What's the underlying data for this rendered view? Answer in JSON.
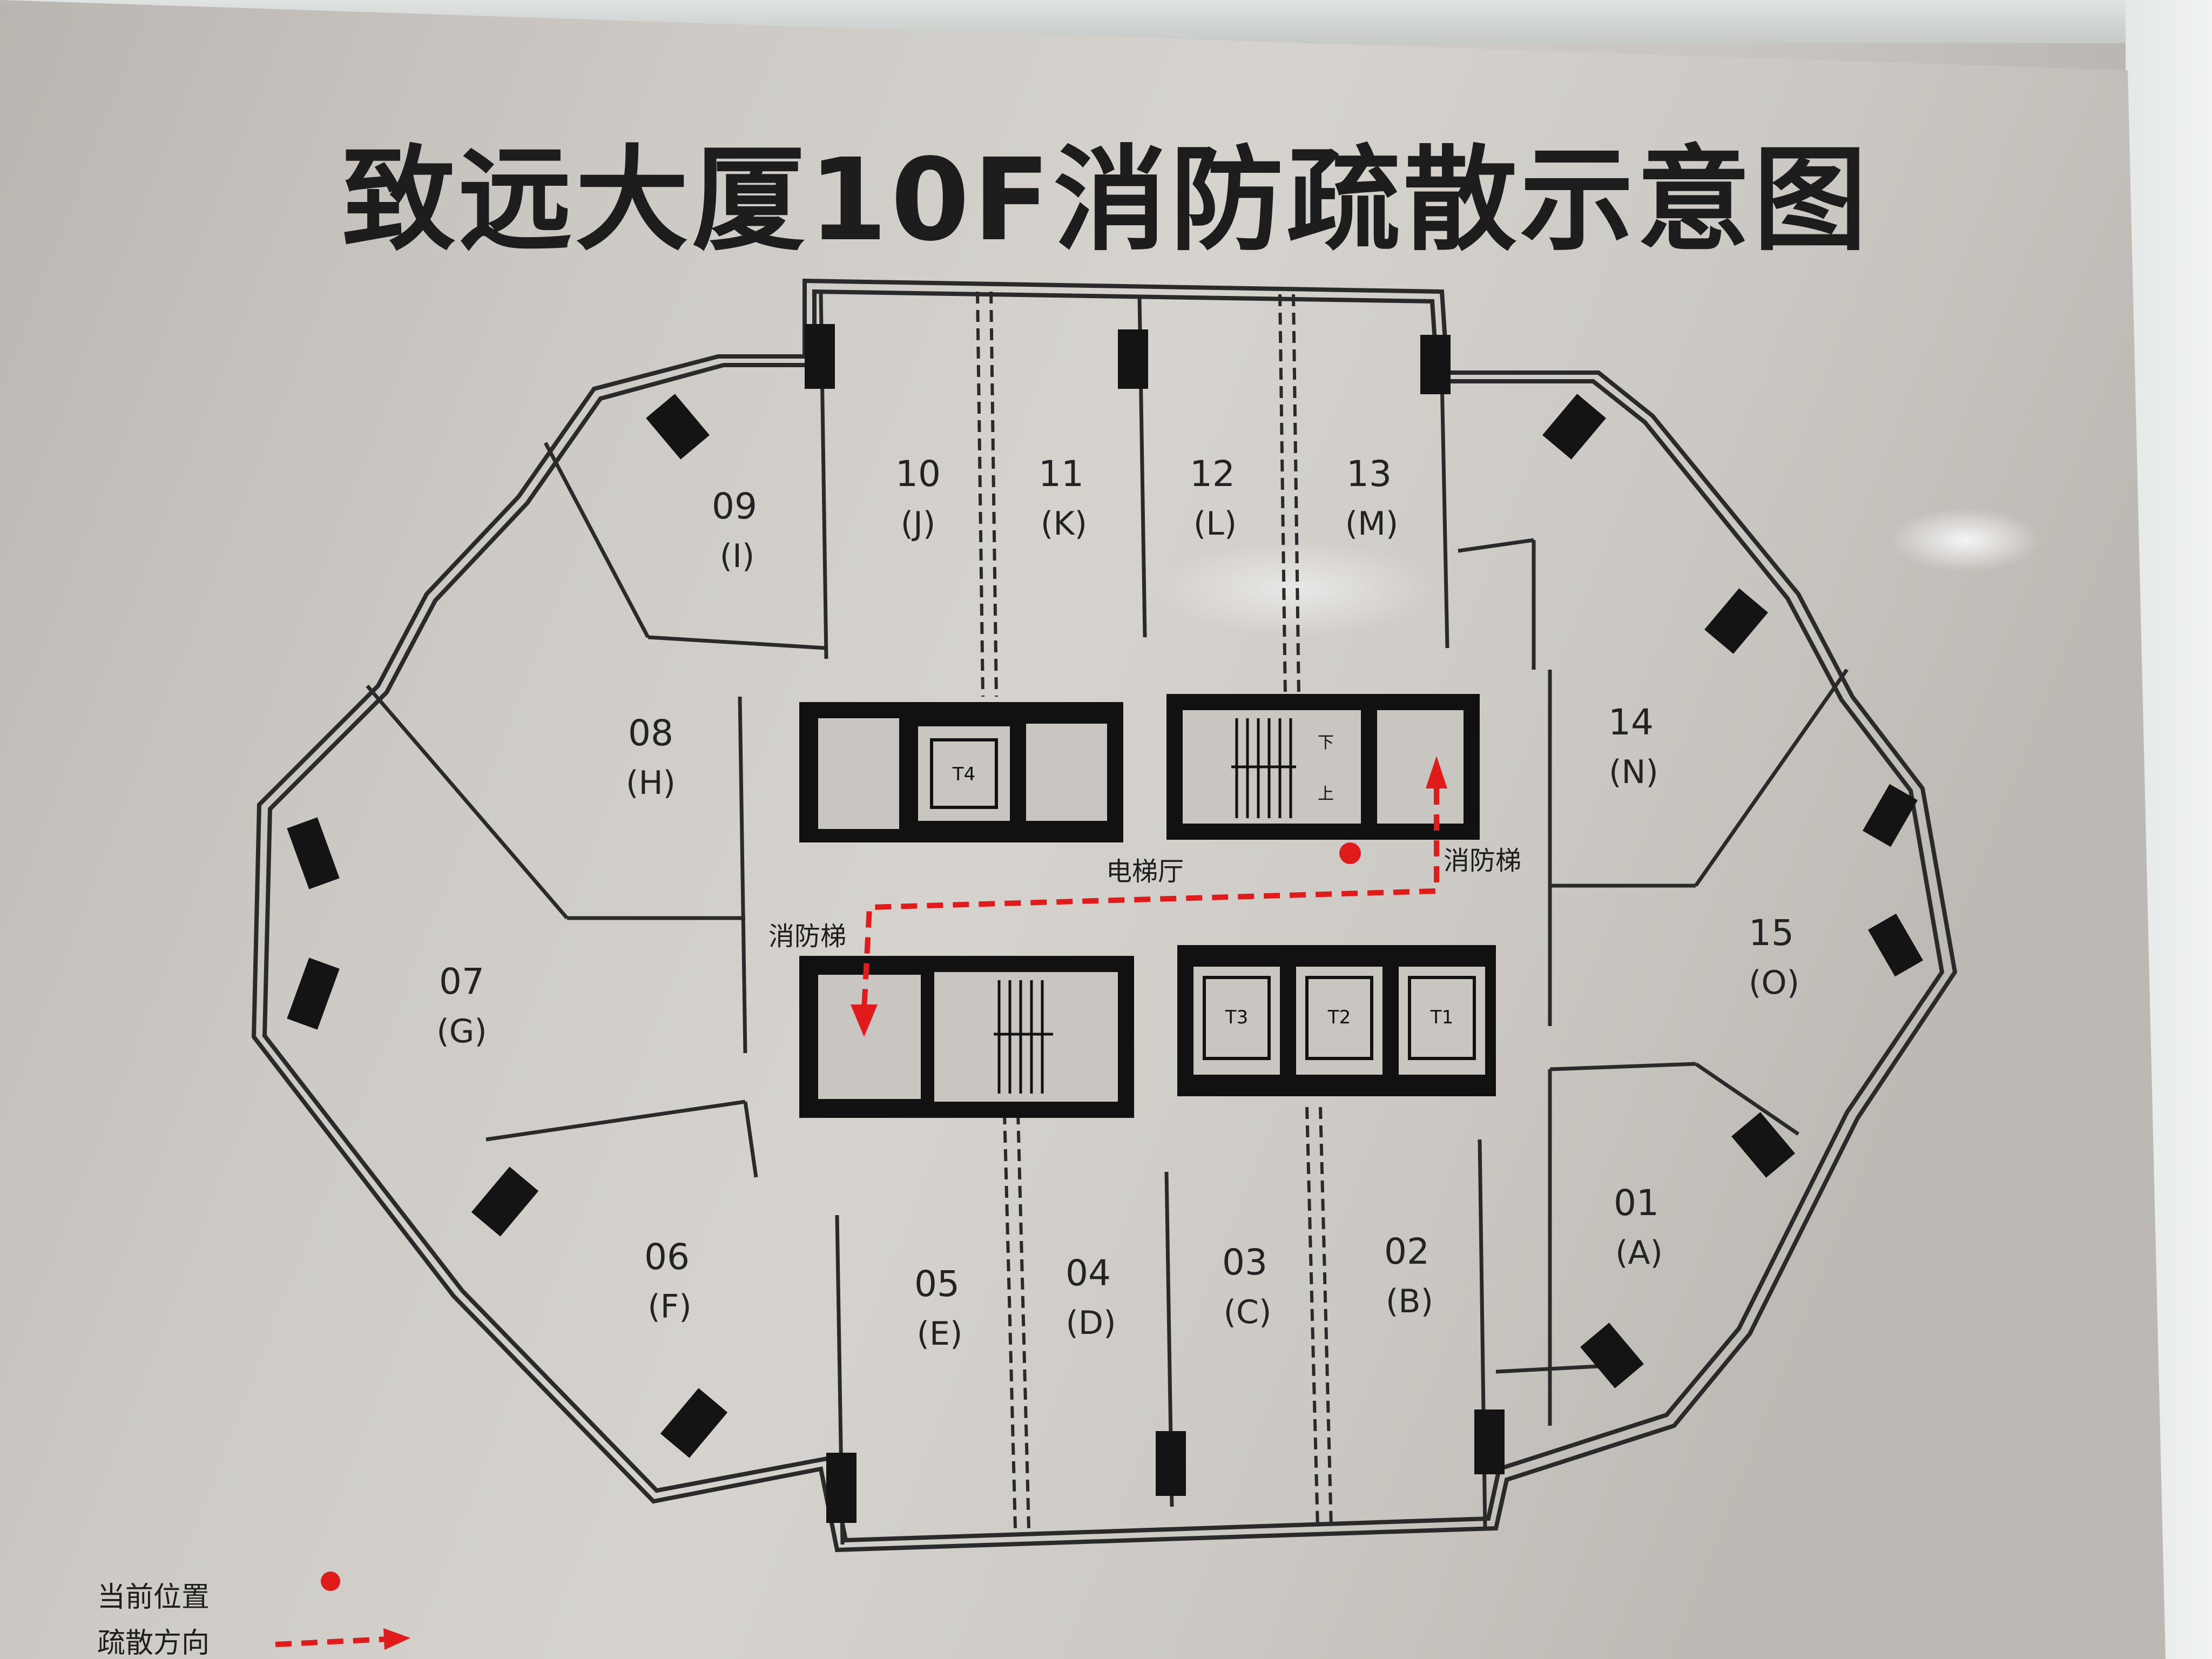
{
  "title": "致远大厦10F消防疏散示意图",
  "rooms": [
    {
      "num": "01",
      "code": "(A)"
    },
    {
      "num": "02",
      "code": "(B)"
    },
    {
      "num": "03",
      "code": "(C)"
    },
    {
      "num": "04",
      "code": "(D)"
    },
    {
      "num": "05",
      "code": "(E)"
    },
    {
      "num": "06",
      "code": "(F)"
    },
    {
      "num": "07",
      "code": "(G)"
    },
    {
      "num": "08",
      "code": "(H)"
    },
    {
      "num": "09",
      "code": "(I)"
    },
    {
      "num": "10",
      "code": "(J)"
    },
    {
      "num": "11",
      "code": "(K)"
    },
    {
      "num": "12",
      "code": "(L)"
    },
    {
      "num": "13",
      "code": "(M)"
    },
    {
      "num": "14",
      "code": "(N)"
    },
    {
      "num": "15",
      "code": "(O)"
    }
  ],
  "labels": {
    "elevator_hall": "电梯厅",
    "fire_elevator_right": "消防梯",
    "fire_elevator_left": "消防梯",
    "stair_down": "下",
    "stair_up": "上"
  },
  "elevators": [
    "T1",
    "T2",
    "T3",
    "T4"
  ],
  "legend": {
    "current_position": "当前位置",
    "evacuation_direction": "疏散方向"
  },
  "colors": {
    "route": "#e01b1b",
    "marker": "#e01b1b",
    "walls": "#2a2a2a",
    "core": "#111111",
    "plate": "#c9c6c2"
  }
}
